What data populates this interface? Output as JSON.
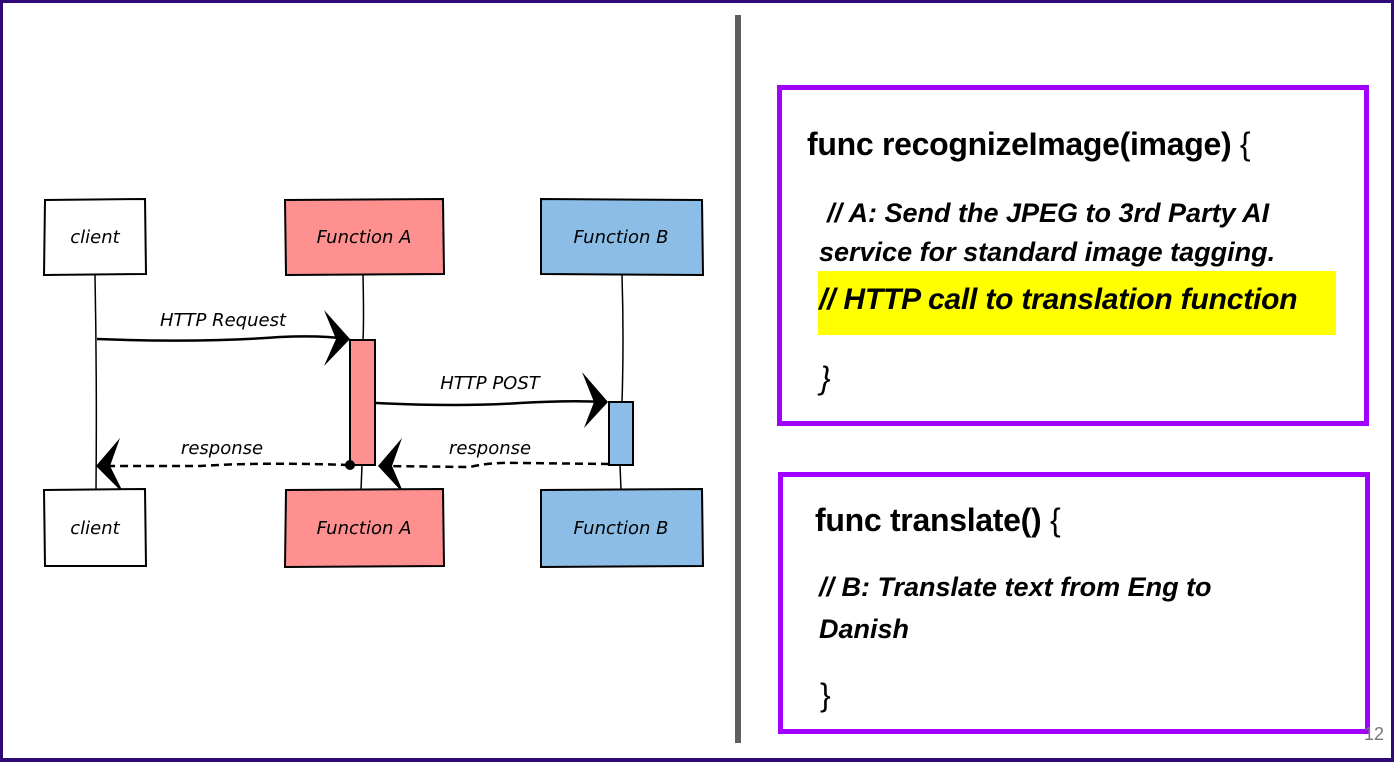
{
  "slide": {
    "page_number": "12",
    "colors": {
      "frame": "#2e0a78",
      "divider": "#5f5f5f",
      "code_box_border": "#a000ff",
      "highlight": "#ffff00",
      "function_a_fill": "#ff9090",
      "function_b_fill": "#8bbde6"
    }
  },
  "diagram": {
    "type": "sequence-diagram",
    "participants": [
      {
        "id": "client",
        "label": "client",
        "fill": "#ffffff"
      },
      {
        "id": "function_a",
        "label": "Function A",
        "fill": "#ff9090"
      },
      {
        "id": "function_b",
        "label": "Function B",
        "fill": "#8bbde6"
      }
    ],
    "messages": [
      {
        "from": "client",
        "to": "function_a",
        "label": "HTTP Request",
        "style": "solid"
      },
      {
        "from": "function_a",
        "to": "function_b",
        "label": "HTTP POST",
        "style": "solid"
      },
      {
        "from": "function_b",
        "to": "function_a",
        "label": "response",
        "style": "dashed"
      },
      {
        "from": "function_a",
        "to": "client",
        "label": "response",
        "style": "dashed"
      }
    ]
  },
  "code": {
    "recognize": {
      "signature": "func recognizeImage(image)",
      "open_brace": "{",
      "comment_line1": "// A: Send the JPEG to 3rd Party AI",
      "comment_line2": "service for standard image tagging.",
      "highlighted_comment": "// HTTP call to translation function",
      "close_brace": "}"
    },
    "translate": {
      "signature": "func translate()",
      "open_brace": "{",
      "comment_line1": "// B: Translate text from Eng to",
      "comment_line2": "Danish",
      "close_brace": "}"
    }
  }
}
